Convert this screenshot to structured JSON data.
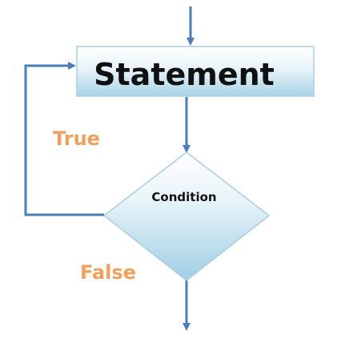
{
  "statement": {
    "label": "Statement"
  },
  "condition": {
    "label": "Condition"
  },
  "branches": {
    "true_label": "True",
    "false_label": "False"
  },
  "colors": {
    "arrow": "#4a7ebb",
    "branch_label": "#f0a05a",
    "shape_fill_top": "#ffffff",
    "shape_fill_bottom": "#a8d4e6",
    "shape_border": "#a9cfe0"
  }
}
